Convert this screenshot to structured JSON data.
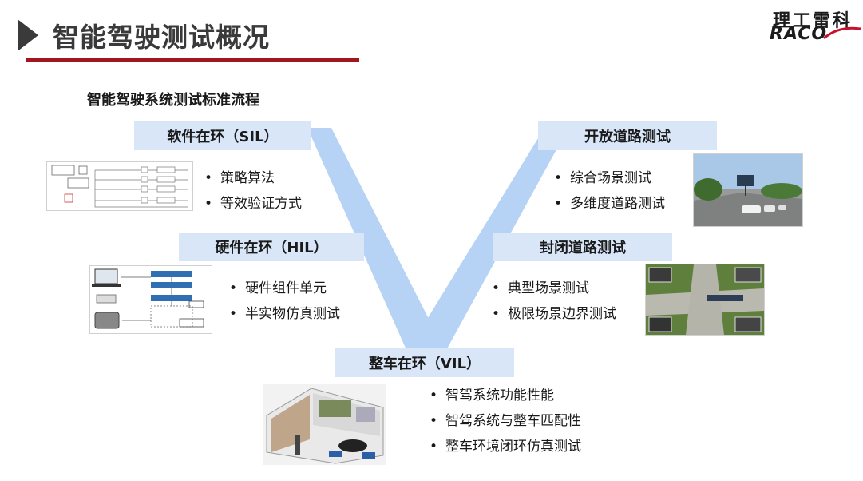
{
  "header": {
    "title": "智能驾驶测试概况"
  },
  "logo": {
    "cn": "理工雷科",
    "en": "RACO"
  },
  "diagram": {
    "subtitle": "智能驾驶系统测试标准流程",
    "stages": {
      "sil": {
        "label": "软件在环（SIL）",
        "bullets": [
          "策略算法",
          "等效验证方式"
        ]
      },
      "hil": {
        "label": "硬件在环（HIL）",
        "bullets": [
          "硬件组件单元",
          "半实物仿真测试"
        ]
      },
      "vil": {
        "label": "整车在环（VIL）",
        "bullets": [
          "智驾系统功能性能",
          "智驾系统与整车匹配性",
          "整车环境闭环仿真测试"
        ]
      },
      "open_road": {
        "label": "开放道路测试",
        "bullets": [
          "综合场景测试",
          "多维度道路测试"
        ]
      },
      "closed_road": {
        "label": "封闭道路测试",
        "bullets": [
          "典型场景测试",
          "极限场景边界测试"
        ]
      }
    },
    "bullet_char": "•"
  },
  "colors": {
    "accent": "#a3161f",
    "v_shape": "#b3d1f5",
    "box_bg": "#d9e6f7"
  }
}
